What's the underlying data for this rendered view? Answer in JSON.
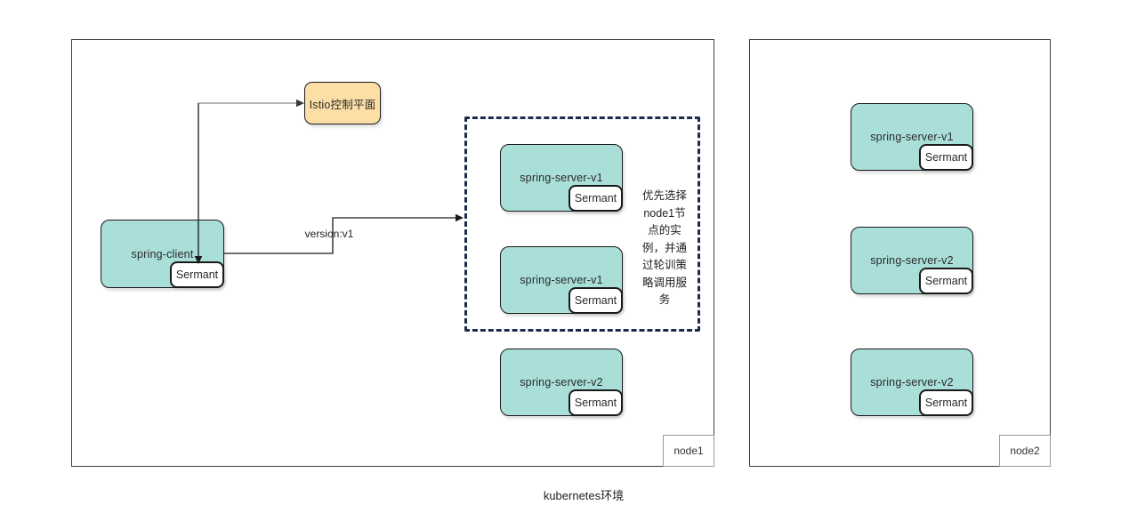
{
  "colors": {
    "teal": "#a9ded9",
    "peach": "#fcdfa6",
    "navy": "#1c2b4b",
    "ink": "#1a1a1a",
    "gray_line": "#8c8c8c"
  },
  "caption": "kubernetes环境",
  "node1": {
    "label": "node1",
    "istio_label": "Istio控制平面",
    "client": {
      "label": "spring-client",
      "agent": "Sermant"
    },
    "edge_label": "version:v1",
    "group": {
      "servers": [
        {
          "label": "spring-server-v1",
          "agent": "Sermant"
        },
        {
          "label": "spring-server-v1",
          "agent": "Sermant"
        }
      ],
      "note": "优先选择\nnode1节\n点的实\n例，并通\n过轮训策\n略调用服\n务"
    },
    "server_v2": {
      "label": "spring-server-v2",
      "agent": "Sermant"
    }
  },
  "node2": {
    "label": "node2",
    "servers": [
      {
        "label": "spring-server-v1",
        "agent": "Sermant"
      },
      {
        "label": "spring-server-v2",
        "agent": "Sermant"
      },
      {
        "label": "spring-server-v2",
        "agent": "Sermant"
      }
    ]
  }
}
